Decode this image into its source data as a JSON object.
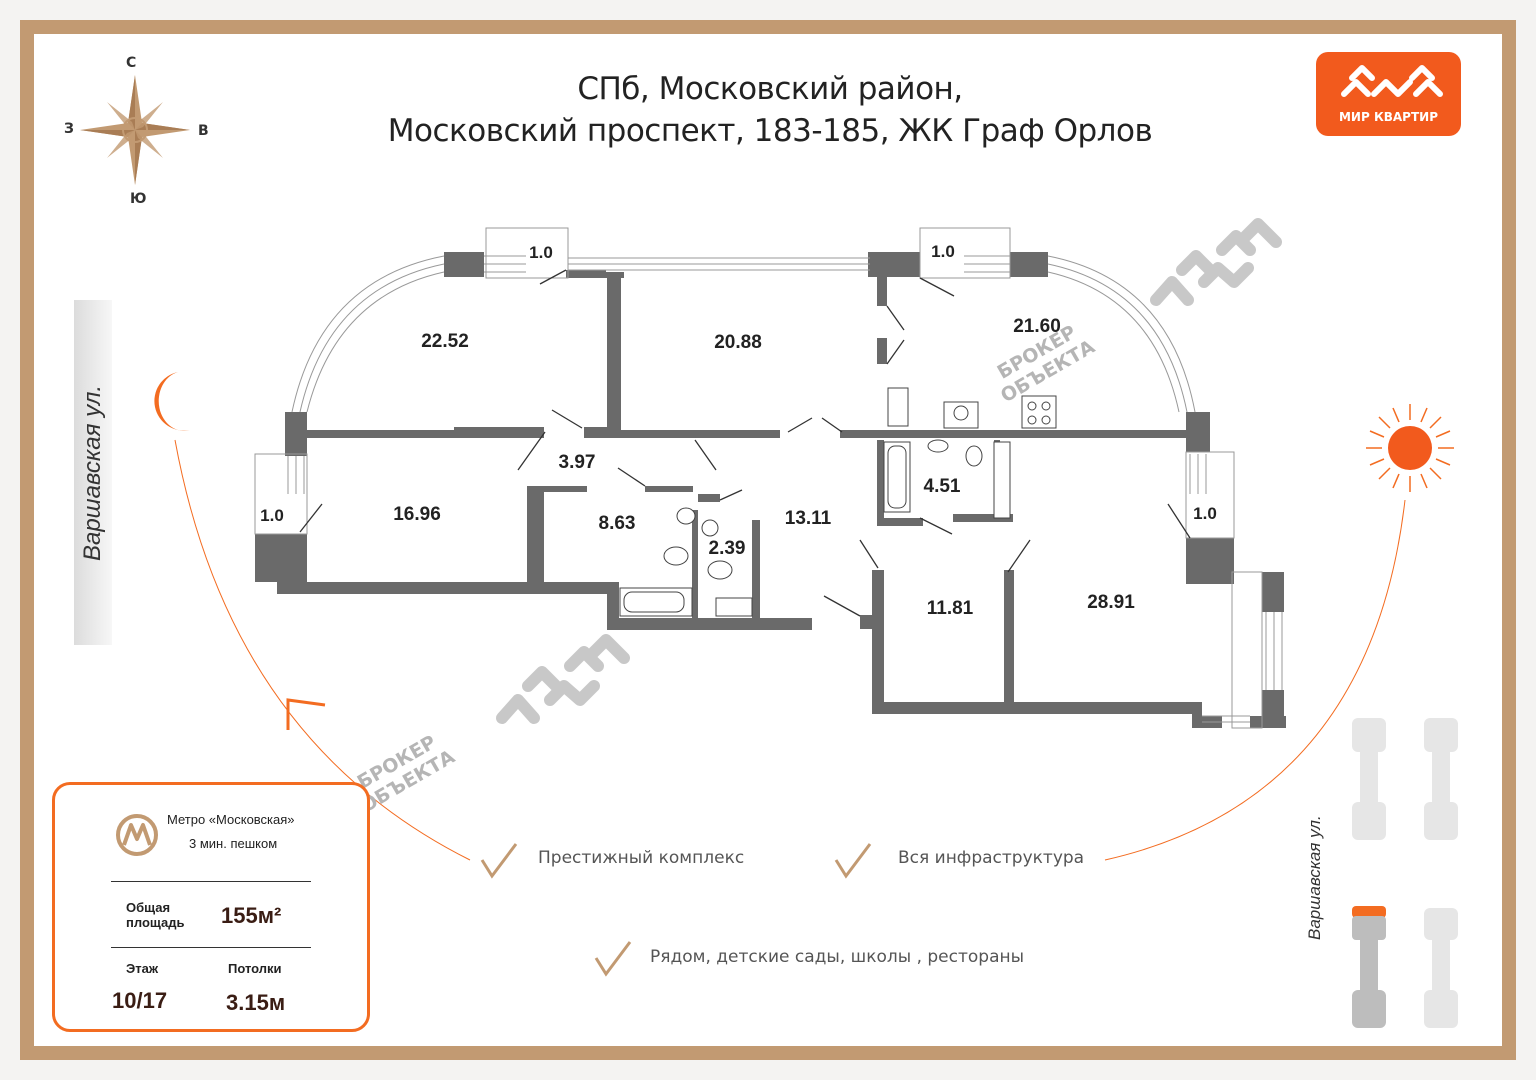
{
  "title": {
    "line1": "СПб, Московский район,",
    "line2": "Московский проспект, 183-185, ЖК Граф Орлов"
  },
  "logo": {
    "text": "МИР КВАРТИР",
    "color": "#f25a1d"
  },
  "compass": {
    "north": "С",
    "south": "Ю",
    "west": "З",
    "east": "В"
  },
  "streets": {
    "left": "Варшавская ул.",
    "right": "Варшавская ул."
  },
  "rooms": [
    {
      "id": "r1",
      "area": "22.52"
    },
    {
      "id": "r2",
      "area": "20.88"
    },
    {
      "id": "r3",
      "area": "21.60"
    },
    {
      "id": "r4",
      "area": "16.96"
    },
    {
      "id": "r5",
      "area": "3.97"
    },
    {
      "id": "r6",
      "area": "8.63"
    },
    {
      "id": "r7",
      "area": "2.39"
    },
    {
      "id": "r8",
      "area": "13.11"
    },
    {
      "id": "r9",
      "area": "4.51"
    },
    {
      "id": "r10",
      "area": "11.81"
    },
    {
      "id": "r11",
      "area": "28.91"
    },
    {
      "id": "b1",
      "area": "1.0"
    },
    {
      "id": "b2",
      "area": "1.0"
    },
    {
      "id": "b3",
      "area": "1.0"
    },
    {
      "id": "b4",
      "area": "1.0"
    }
  ],
  "info": {
    "metro_name": "Метро «Московская»",
    "metro_time": "3 мин. пешком",
    "area_label_1": "Общая",
    "area_label_2": "площадь",
    "area_value": "155м²",
    "floor_label": "Этаж",
    "floor_value": "10/17",
    "ceiling_label": "Потолки",
    "ceiling_value": "3.15м"
  },
  "features": [
    "Престижный комплекс",
    "Вся инфраструктура",
    "Рядом, детские сады, школы , рестораны"
  ],
  "watermark": {
    "line1": "БРОКЕР",
    "line2": "ОБЪЕКТА"
  },
  "colors": {
    "accent": "#f36c21",
    "frame": "#c29a72",
    "wall": "#6a6a6a"
  }
}
